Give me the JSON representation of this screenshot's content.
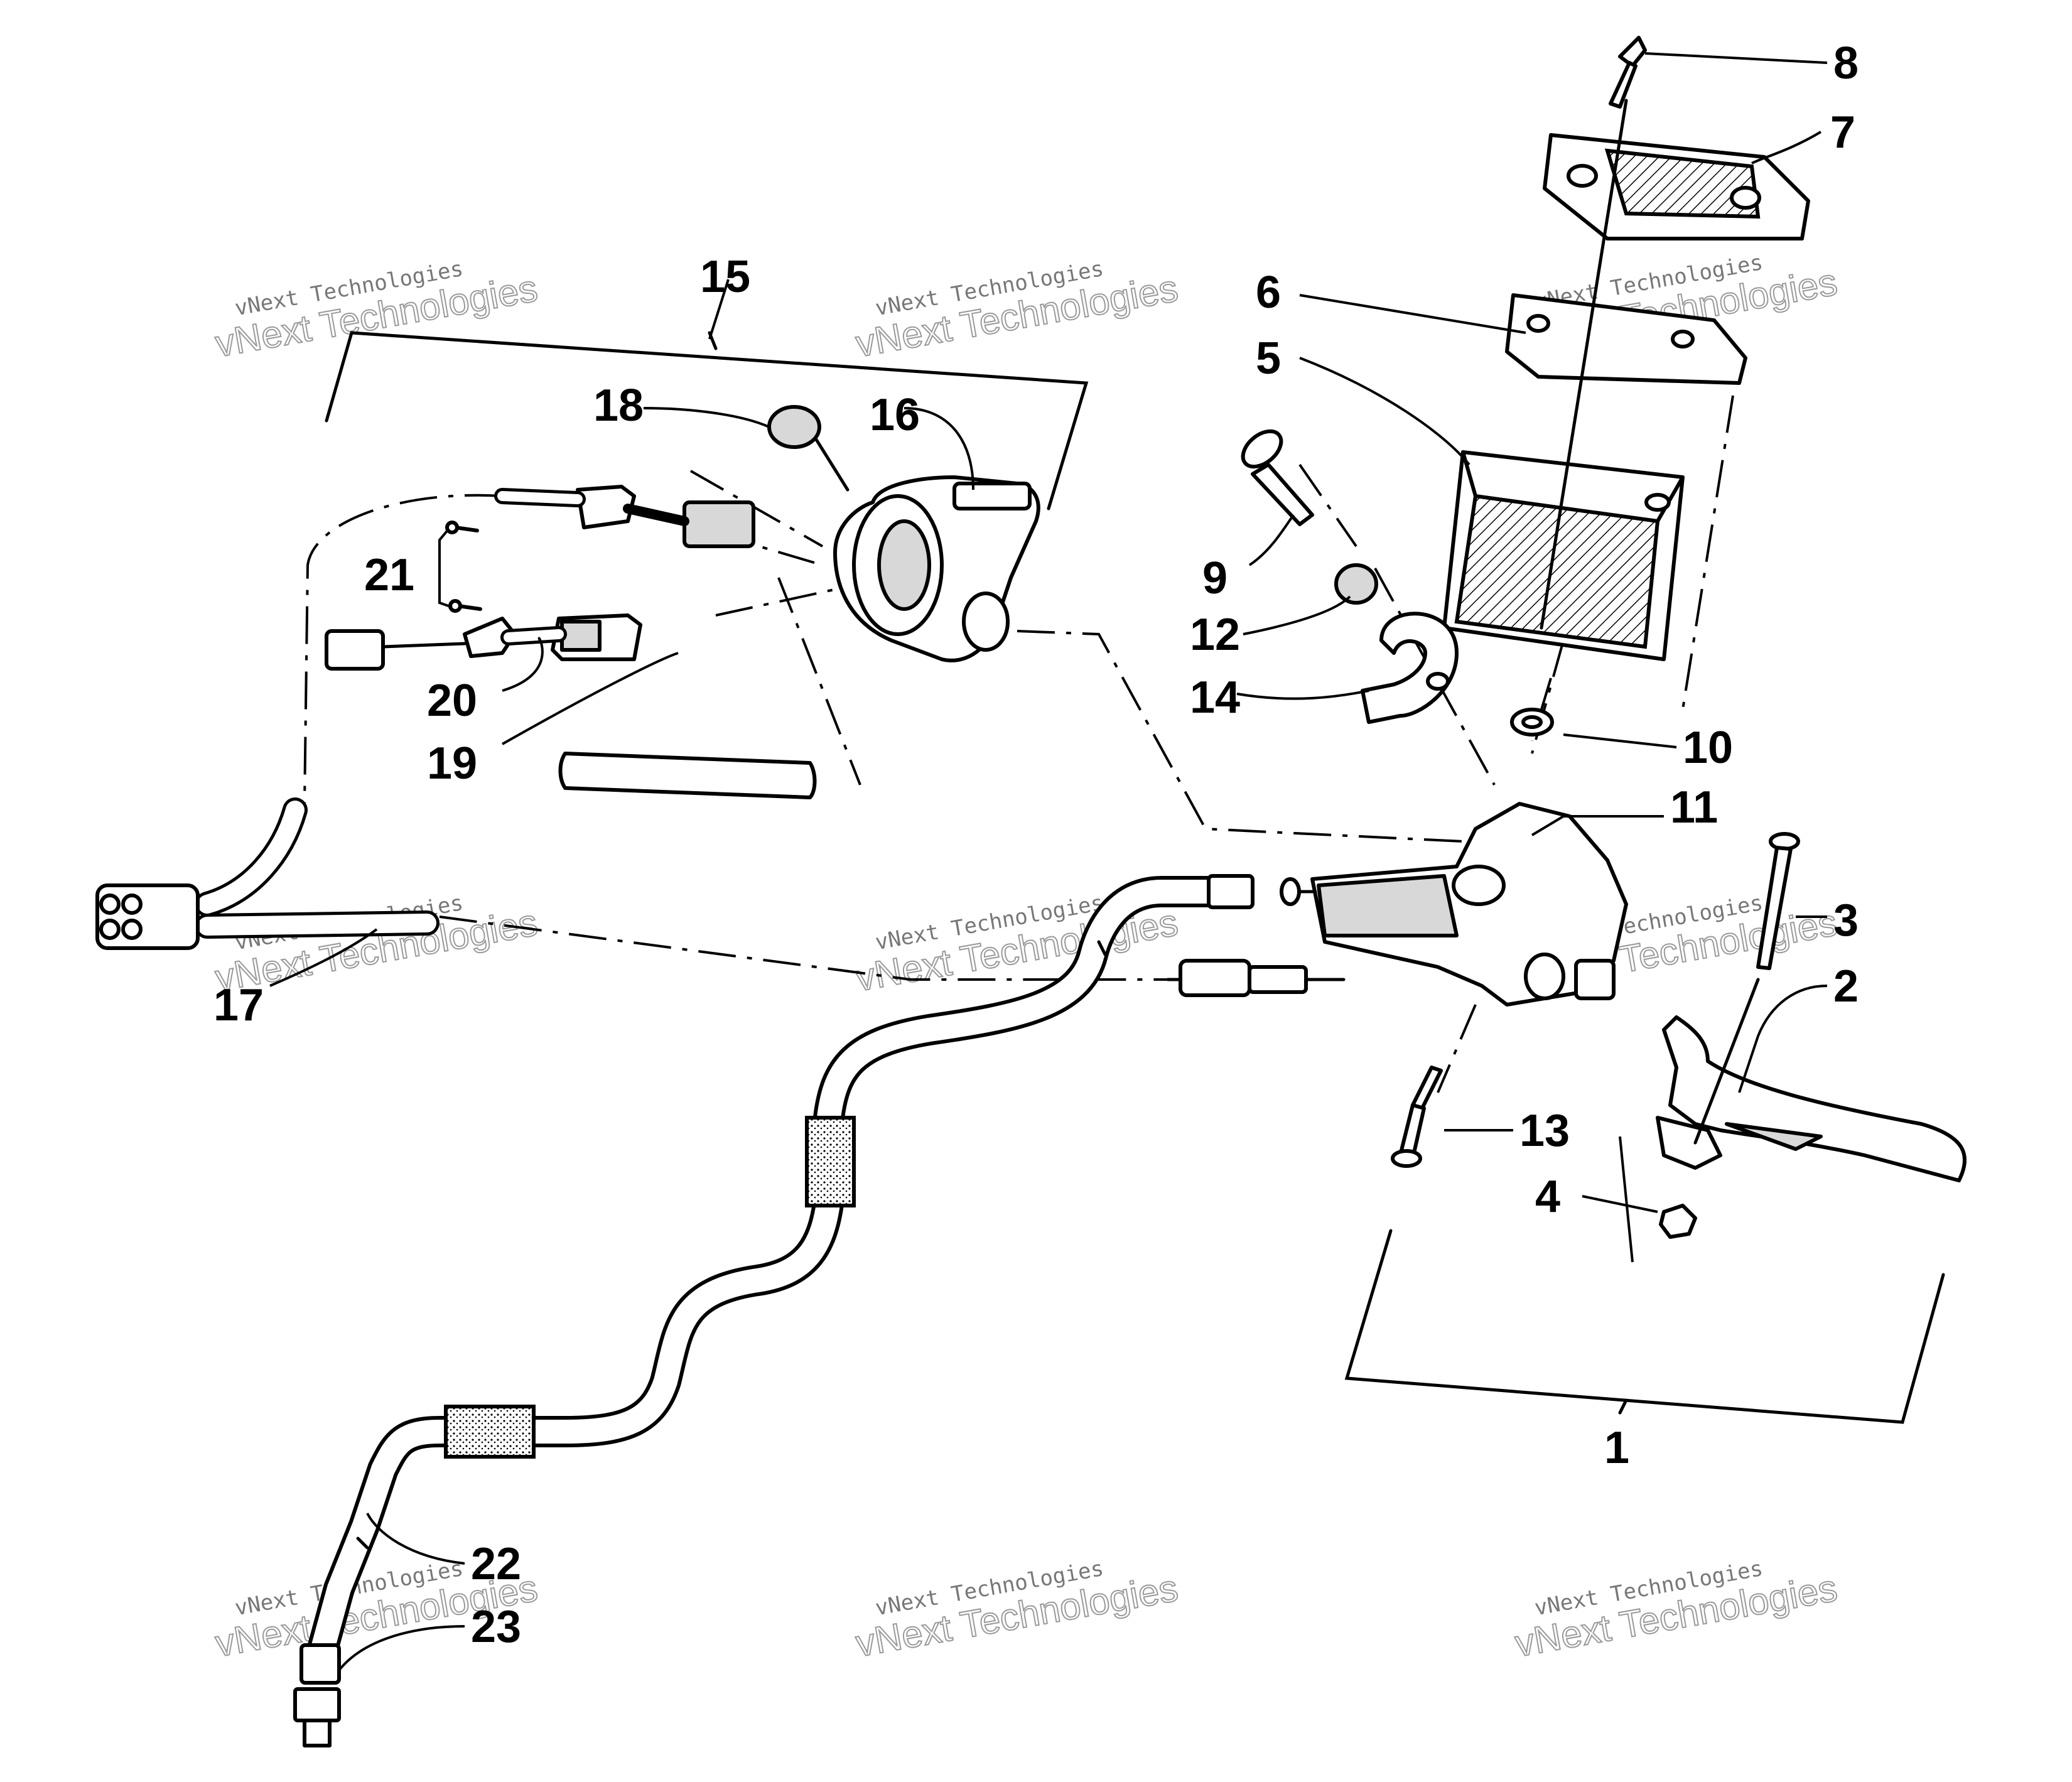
{
  "callouts": {
    "c1": "1",
    "c2": "2",
    "c3": "3",
    "c4": "4",
    "c5": "5",
    "c6": "6",
    "c7": "7",
    "c8": "8",
    "c9": "9",
    "c10": "10",
    "c11": "11",
    "c12": "12",
    "c13": "13",
    "c14": "14",
    "c15": "15",
    "c16": "16",
    "c17": "17",
    "c18": "18",
    "c19": "19",
    "c20": "20",
    "c21": "21",
    "c22": "22",
    "c23": "23"
  },
  "watermark": {
    "line1": "vNext Technologies",
    "line2": "vNext Technologies"
  }
}
